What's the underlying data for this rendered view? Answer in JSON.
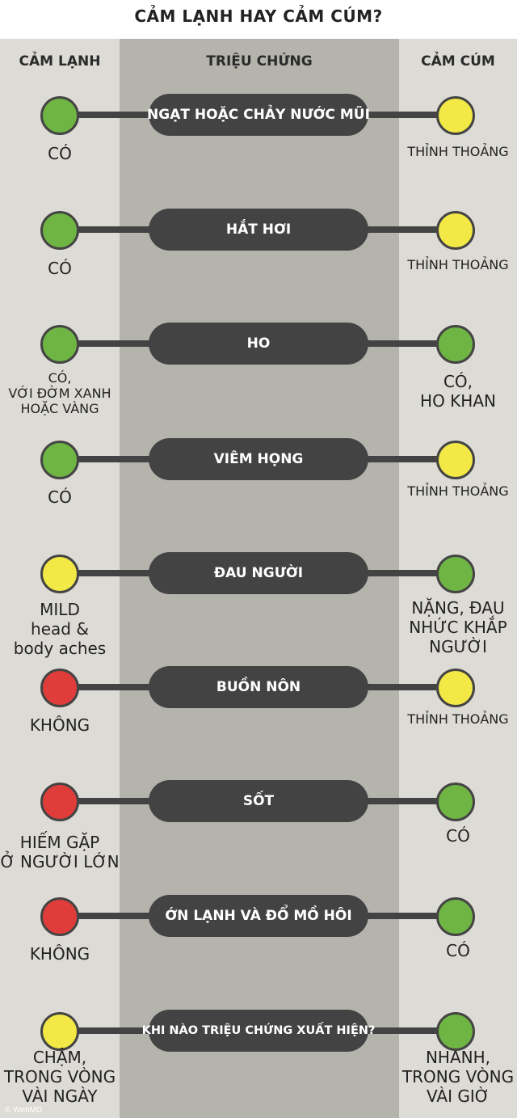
{
  "title": "CẢM LẠNH HAY CẢM CÚM?",
  "headers": {
    "cold": "CẢM LẠNH",
    "symptom": "TRIỆU CHỨNG",
    "flu": "CẢM CÚM"
  },
  "colors": {
    "green": "#6fb544",
    "yellow": "#f2e946",
    "red": "#e03d3a",
    "bar": "#434344"
  },
  "rows": [
    {
      "symptom": "NGẠT HOẶC CHẢY NƯỚC MŨI",
      "cold_level": "green",
      "flu_level": "yellow",
      "cold": [
        "CÓ"
      ],
      "flu": [
        "THỈNH THOẢNG"
      ]
    },
    {
      "symptom": "HẮT HƠI",
      "cold_level": "green",
      "flu_level": "yellow",
      "cold": [
        "CÓ"
      ],
      "flu": [
        "THỈNH THOẢNG"
      ]
    },
    {
      "symptom": "HO",
      "cold_level": "green",
      "flu_level": "green",
      "cold": [
        "CÓ,",
        "VỚI ĐỜM XANH",
        "HOẶC VÀNG"
      ],
      "flu": [
        "CÓ,",
        "HO KHAN"
      ]
    },
    {
      "symptom": "VIÊM HỌNG",
      "cold_level": "green",
      "flu_level": "yellow",
      "cold": [
        "CÓ"
      ],
      "flu": [
        "THỈNH THOẢNG"
      ]
    },
    {
      "symptom": "ĐAU NGƯỜI",
      "cold_level": "yellow",
      "flu_level": "green",
      "cold": [
        "MILD",
        "head &",
        "body aches"
      ],
      "flu": [
        "NẶNG, ĐAU",
        "NHỨC KHẮP",
        "NGƯỜI"
      ]
    },
    {
      "symptom": "BUỒN NÔN",
      "cold_level": "red",
      "flu_level": "yellow",
      "cold": [
        "KHÔNG"
      ],
      "flu": [
        "THỈNH THOẢNG"
      ]
    },
    {
      "symptom": "SỐT",
      "cold_level": "red",
      "flu_level": "green",
      "cold": [
        "HIẾM GẶP",
        "Ở NGƯỜI LỚN"
      ],
      "flu": [
        "CÓ"
      ]
    },
    {
      "symptom": "ỚN LẠNH VÀ ĐỔ MỒ HÔI",
      "cold_level": "red",
      "flu_level": "green",
      "cold": [
        "KHÔNG"
      ],
      "flu": [
        "CÓ"
      ]
    },
    {
      "symptom": "KHI NÀO TRIỆU CHỨNG XUẤT HIỆN?",
      "cold_level": "yellow",
      "flu_level": "green",
      "cold": [
        "CHẬM,",
        "TRONG VÒNG",
        "VÀI NGÀY"
      ],
      "flu": [
        "NHANH,",
        "TRONG VÒNG",
        "VÀI GIỜ"
      ]
    }
  ],
  "watermark": "© WebMD"
}
